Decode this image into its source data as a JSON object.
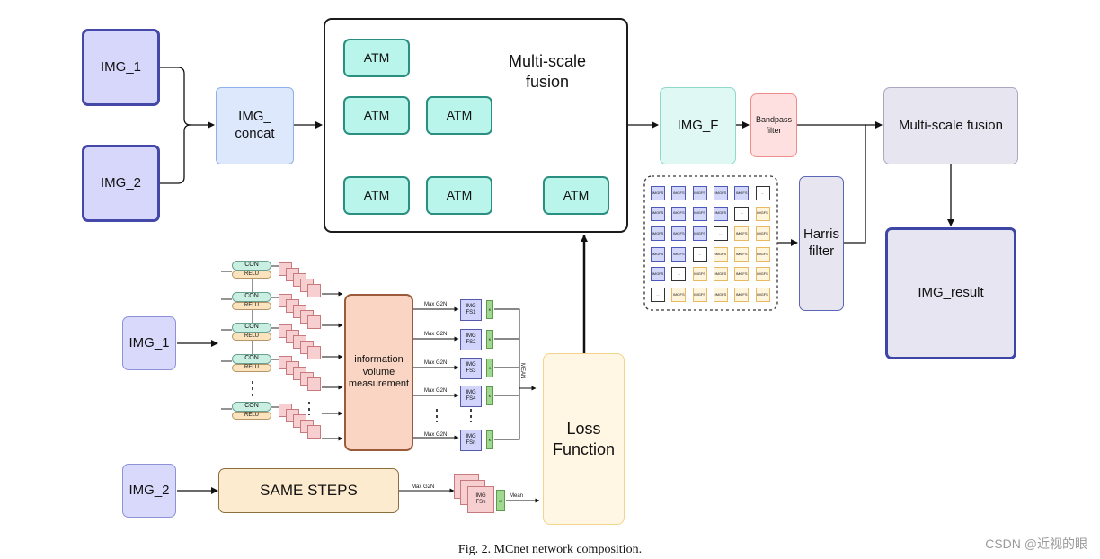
{
  "top": {
    "img1": "IMG_1",
    "img2": "IMG_2",
    "concat_line1": "IMG_",
    "concat_line2": "concat",
    "fusion_title_line1": "Multi-scale",
    "fusion_title_line2": "fusion",
    "atm": "ATM",
    "img_f": "IMG_F",
    "bandpass_line1": "Bandpass",
    "bandpass_line2": "filter",
    "msf_right": "Multi-scale fusion",
    "harris_line1": "Harris",
    "harris_line2": "filter",
    "result": "IMG_result",
    "grid_cell_line1": "IMG",
    "grid_cell_line2": "FS",
    "grid_empty": "..."
  },
  "bottom": {
    "img1": "IMG_1",
    "img2": "IMG_2",
    "con": "CON",
    "relu": "RELU",
    "info_line1": "information",
    "info_line2": "volume",
    "info_line3": "measurement",
    "max_g2n": "Max G2N",
    "fs_labels": [
      "FS1",
      "FS2",
      "FS3",
      "FS4",
      "FSn"
    ],
    "fs_prefix": "IMG",
    "green_label": "K",
    "mean_vertical": "MEAN",
    "loss_line1": "Loss",
    "loss_line2": "Function",
    "same_steps": "SAME STEPS",
    "fs_bottom_line1": "IMG",
    "fs_bottom_line2": "FSn",
    "mean_bottom": "Mean",
    "green_bottom": "M"
  },
  "caption": "Fig. 2.  MCnet network composition.",
  "watermark": "CSDN @近视的眼"
}
